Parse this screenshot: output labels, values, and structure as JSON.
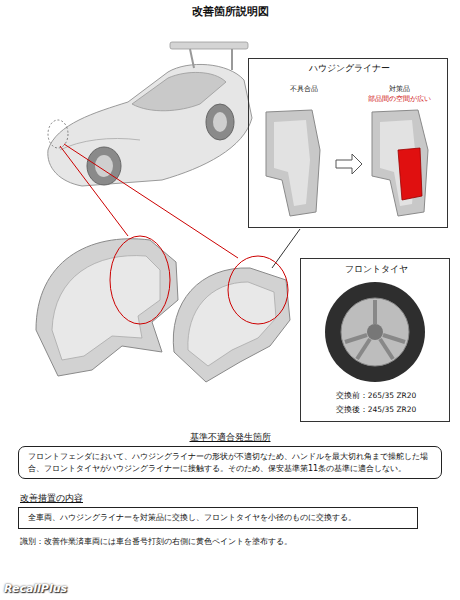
{
  "diagram": {
    "title": "改善箇所説明図",
    "nodes": [
      {
        "text": [
          "ハウジングライナー",
          "不具合品",
          "対策品",
          "部品間の空間が広い"
        ]
      },
      {
        "text": [
          "フロントタイヤ",
          "交換前：265/35 ZR20",
          "交換後：245/35 ZR20"
        ]
      },
      {
        "text": [
          "基準不適合発生箇所",
          "フロントフェンダにおいて、ハウジングライナーの形状が不適切なため、ハンドルを最大切れ角まで操舵した場合、フロントタイヤがハウジングライナーに接触する。そのため、保安基準第11条の基準に適合しない。"
        ]
      },
      {
        "text": [
          "改善措置の内容",
          "全車両、ハウジングライナーを対策品に交換し、フロントタイヤを小径のものに交換する。"
        ]
      }
    ],
    "labels": [
      "識別：改善作業済車両には車台番号打刻の右側に黄色ペイントを塗布する。",
      "RecallPlus"
    ]
  }
}
